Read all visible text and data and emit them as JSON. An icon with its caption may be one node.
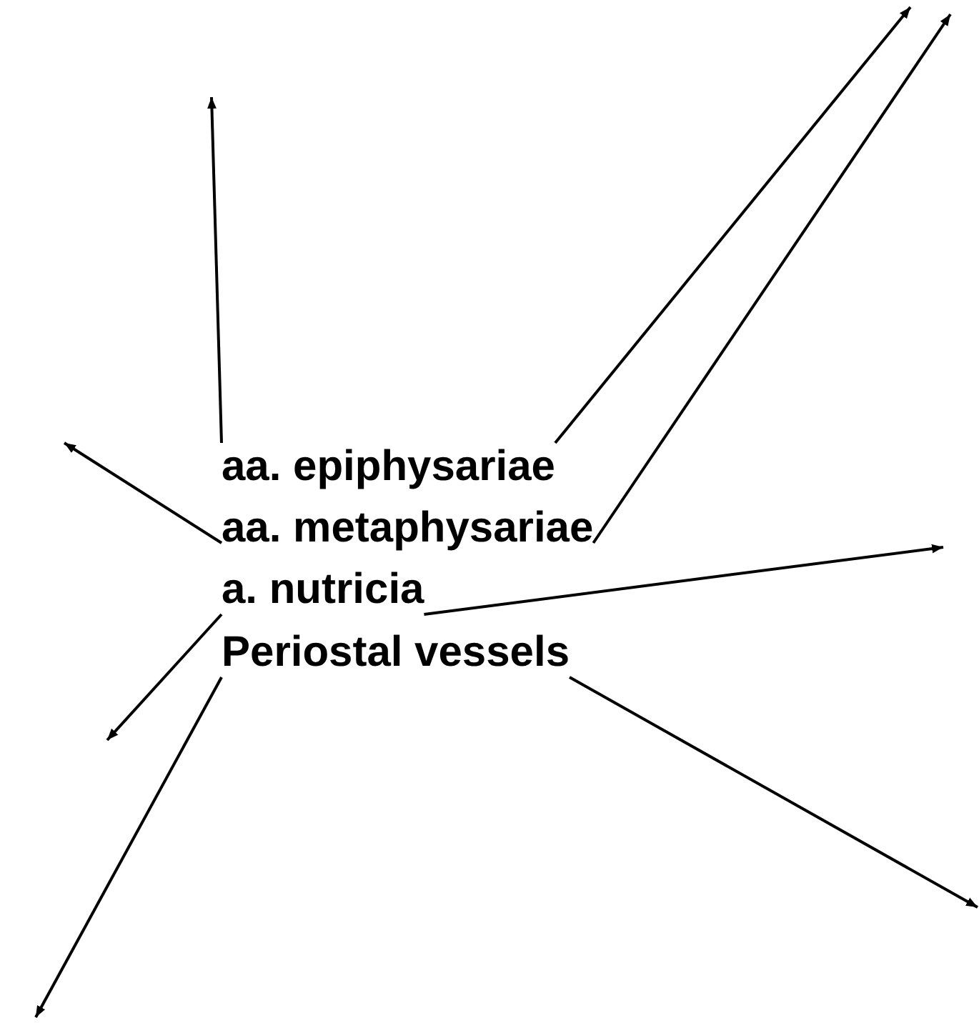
{
  "diagram": {
    "nodes": [
      {
        "text": [
          "aa. epiphysariae"
        ]
      },
      {
        "text": [
          "aa. metaphysariae"
        ]
      },
      {
        "text": [
          "a. nutricia"
        ]
      },
      {
        "text": [
          "Periostal vessels"
        ]
      }
    ],
    "edges": [
      {
        "from": 0,
        "to": null,
        "arrow": "to"
      },
      {
        "from": 1,
        "to": null,
        "arrow": "to"
      },
      {
        "from": 0,
        "to": null,
        "arrow": "to"
      },
      {
        "from": 1,
        "to": null,
        "arrow": "to"
      },
      {
        "from": 2,
        "to": null,
        "arrow": "to"
      },
      {
        "from": 2,
        "to": null,
        "arrow": "to"
      },
      {
        "from": 3,
        "to": null,
        "arrow": "to"
      },
      {
        "from": 3,
        "to": null,
        "arrow": "to"
      }
    ]
  }
}
